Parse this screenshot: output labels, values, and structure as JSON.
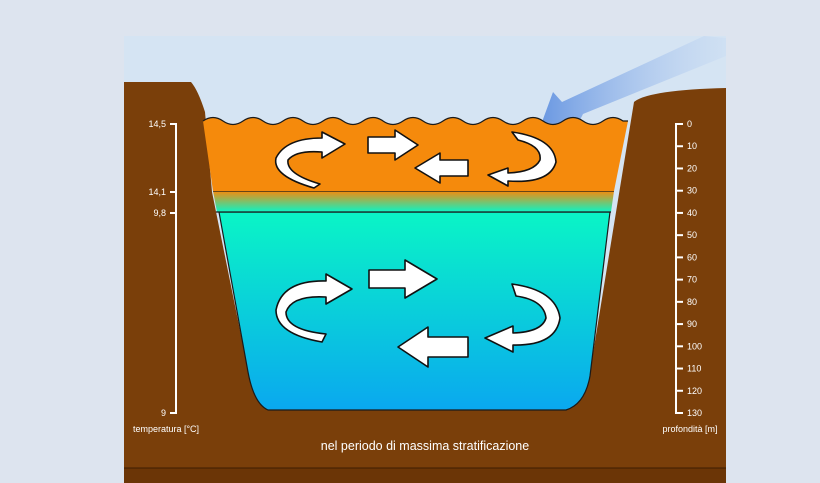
{
  "caption": "nel periodo di massima stratificazione",
  "temperature_scale": {
    "label": "temperatura [°C]",
    "ticks": [
      "14,5",
      "14,1",
      "9,8",
      "9"
    ]
  },
  "depth_scale": {
    "label": "profondità [m]",
    "ticks": [
      "0",
      "10",
      "20",
      "30",
      "40",
      "50",
      "60",
      "70",
      "80",
      "90",
      "100",
      "110",
      "120",
      "130"
    ]
  },
  "colors": {
    "background": "#dde4ef",
    "sky": "#d5e4f3",
    "soil": "#7a3f0a",
    "epilimnion": "#f58a0c",
    "hypolimnion_top": "#0af5c6",
    "hypolimnion_bottom": "#0aa8ef",
    "sun_ray": "#8fb4ea",
    "scale_line": "#ffffff",
    "arrow_fill": "#ffffff"
  }
}
